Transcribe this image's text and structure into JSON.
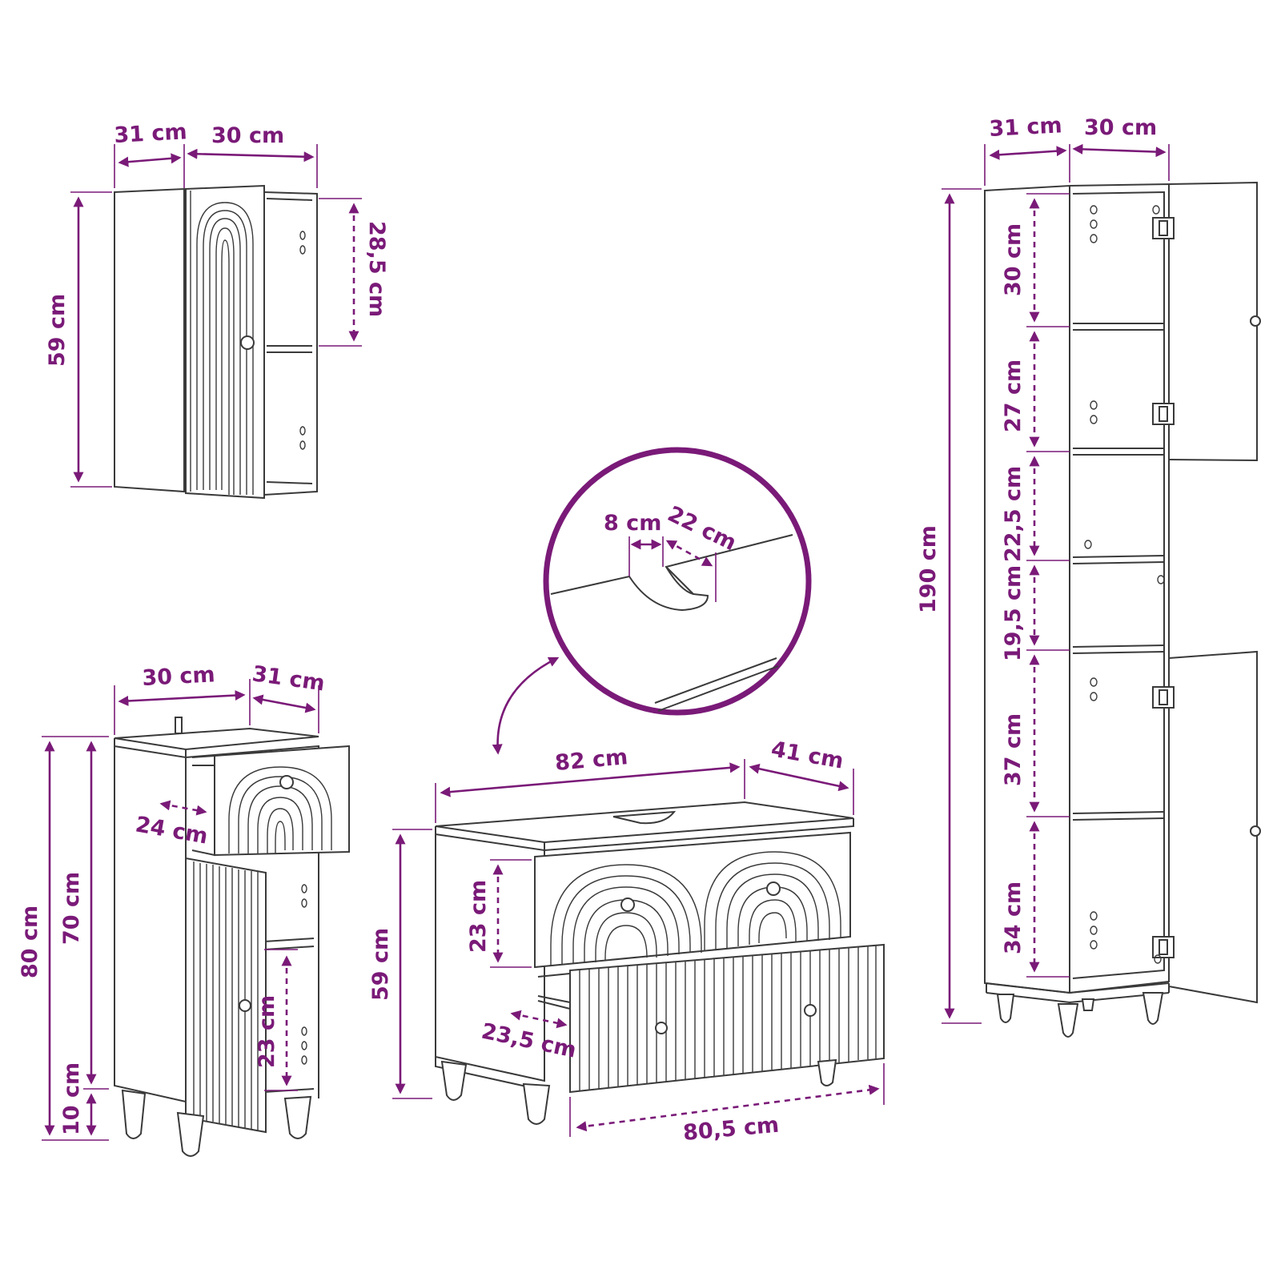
{
  "colors": {
    "dimension": "#7a1a78",
    "outline": "#3a3a3a",
    "background": "#ffffff"
  },
  "wall_cabinet": {
    "depth": "31 cm",
    "width": "30 cm",
    "height": "59 cm",
    "shelf_height": "28,5 cm"
  },
  "tall_cabinet": {
    "depth": "31 cm",
    "width": "30 cm",
    "total_height": "190 cm",
    "compartments": [
      "30 cm",
      "27 cm",
      "22,5 cm",
      "19,5 cm",
      "37 cm",
      "34 cm"
    ]
  },
  "floor_cabinet": {
    "width": "30 cm",
    "depth": "31 cm",
    "total_height": "80 cm",
    "body_height": "70 cm",
    "leg_height": "10 cm",
    "drawer_depth": "24 cm",
    "inner_height": "23 cm"
  },
  "sink_cabinet": {
    "width": "82 cm",
    "depth": "41 cm",
    "height": "59 cm",
    "drawer_height": "23 cm",
    "drawer_depth": "23,5 cm",
    "drawer_width": "80,5 cm"
  },
  "detail": {
    "notch_width": "8 cm",
    "notch_depth": "22 cm"
  }
}
